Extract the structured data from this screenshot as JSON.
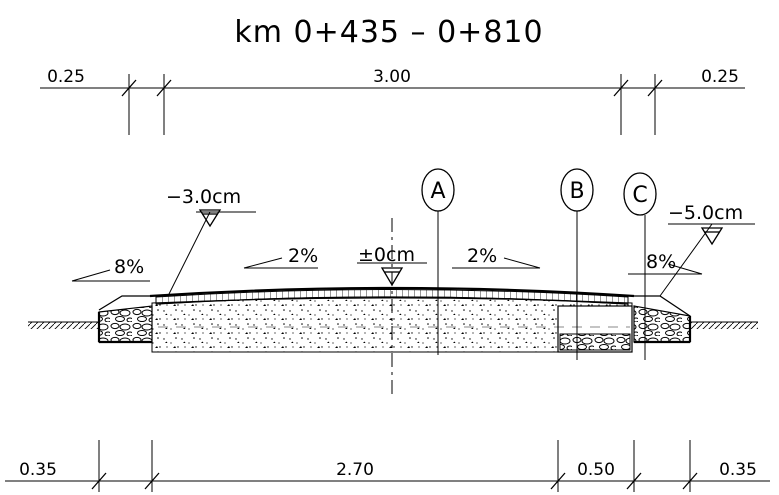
{
  "title": "km 0+435 – 0+810",
  "top_dimensions": [
    "0.25",
    "3.00",
    "0.25"
  ],
  "bottom_dimensions": [
    "0.35",
    "2.70",
    "0.50",
    "0.35"
  ],
  "levels": {
    "left": "−3.0cm",
    "center": "±0cm",
    "right": "−5.0cm"
  },
  "slopes": {
    "left_shoulder": "8%",
    "left_lane": "2%",
    "right_lane": "2%",
    "right_shoulder": "8%"
  },
  "markers": [
    "A",
    "B",
    "C"
  ]
}
